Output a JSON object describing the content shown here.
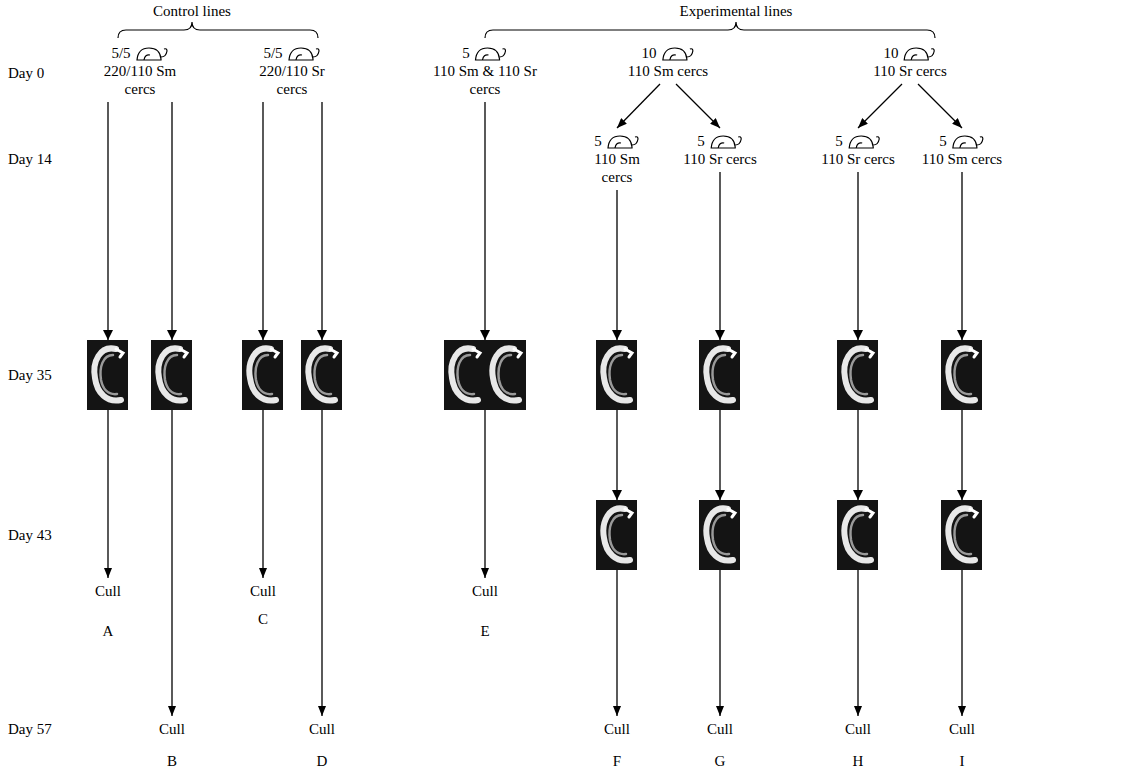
{
  "diagram": {
    "nodes": [
      {
        "text": [
          "5/5",
          "220/110 Sm cercs"
        ]
      },
      {
        "text": [
          "5/5",
          "220/110 Sr cercs"
        ]
      },
      {
        "text": [
          "5",
          "110 Sm & 110 Sr cercs"
        ]
      },
      {
        "text": [
          "10",
          "110 Sm cercs"
        ]
      },
      {
        "text": [
          "10",
          "110 Sr cercs"
        ]
      },
      {
        "text": [
          "5",
          "110 Sm cercs"
        ]
      },
      {
        "text": [
          "5",
          "110 Sr cercs"
        ]
      },
      {
        "text": [
          "5",
          "110 Sr cercs"
        ]
      },
      {
        "text": [
          "5",
          "110 Sm cercs"
        ]
      },
      {
        "text": [
          "Cull",
          "A"
        ]
      },
      {
        "text": [
          "Cull",
          "C"
        ]
      },
      {
        "text": [
          "Cull",
          "E"
        ]
      },
      {
        "text": [
          "Cull",
          "B"
        ]
      },
      {
        "text": [
          "Cull",
          "D"
        ]
      },
      {
        "text": [
          "Cull",
          "F"
        ]
      },
      {
        "text": [
          "Cull",
          "G"
        ]
      },
      {
        "text": [
          "Cull",
          "H"
        ]
      },
      {
        "text": [
          "Cull",
          "I"
        ]
      }
    ],
    "edges": [
      {
        "from": 0,
        "to": 9,
        "arrow": "to"
      },
      {
        "from": 0,
        "to": 12,
        "arrow": "to"
      },
      {
        "from": 1,
        "to": 10,
        "arrow": "to"
      },
      {
        "from": 1,
        "to": 13,
        "arrow": "to"
      },
      {
        "from": 2,
        "to": 11,
        "arrow": "to"
      },
      {
        "from": 3,
        "to": 5,
        "arrow": "to"
      },
      {
        "from": 3,
        "to": 6,
        "arrow": "to"
      },
      {
        "from": 4,
        "to": 7,
        "arrow": "to"
      },
      {
        "from": 4,
        "to": 8,
        "arrow": "to"
      },
      {
        "from": 5,
        "to": 14,
        "arrow": "to"
      },
      {
        "from": 6,
        "to": 15,
        "arrow": "to"
      },
      {
        "from": 7,
        "to": 16,
        "arrow": "to"
      },
      {
        "from": 8,
        "to": 17,
        "arrow": "to"
      }
    ],
    "labels": [
      "Control lines",
      "Experimental lines",
      "Day 0",
      "Day 14",
      "Day 35",
      "Day 43",
      "Day 57"
    ]
  }
}
